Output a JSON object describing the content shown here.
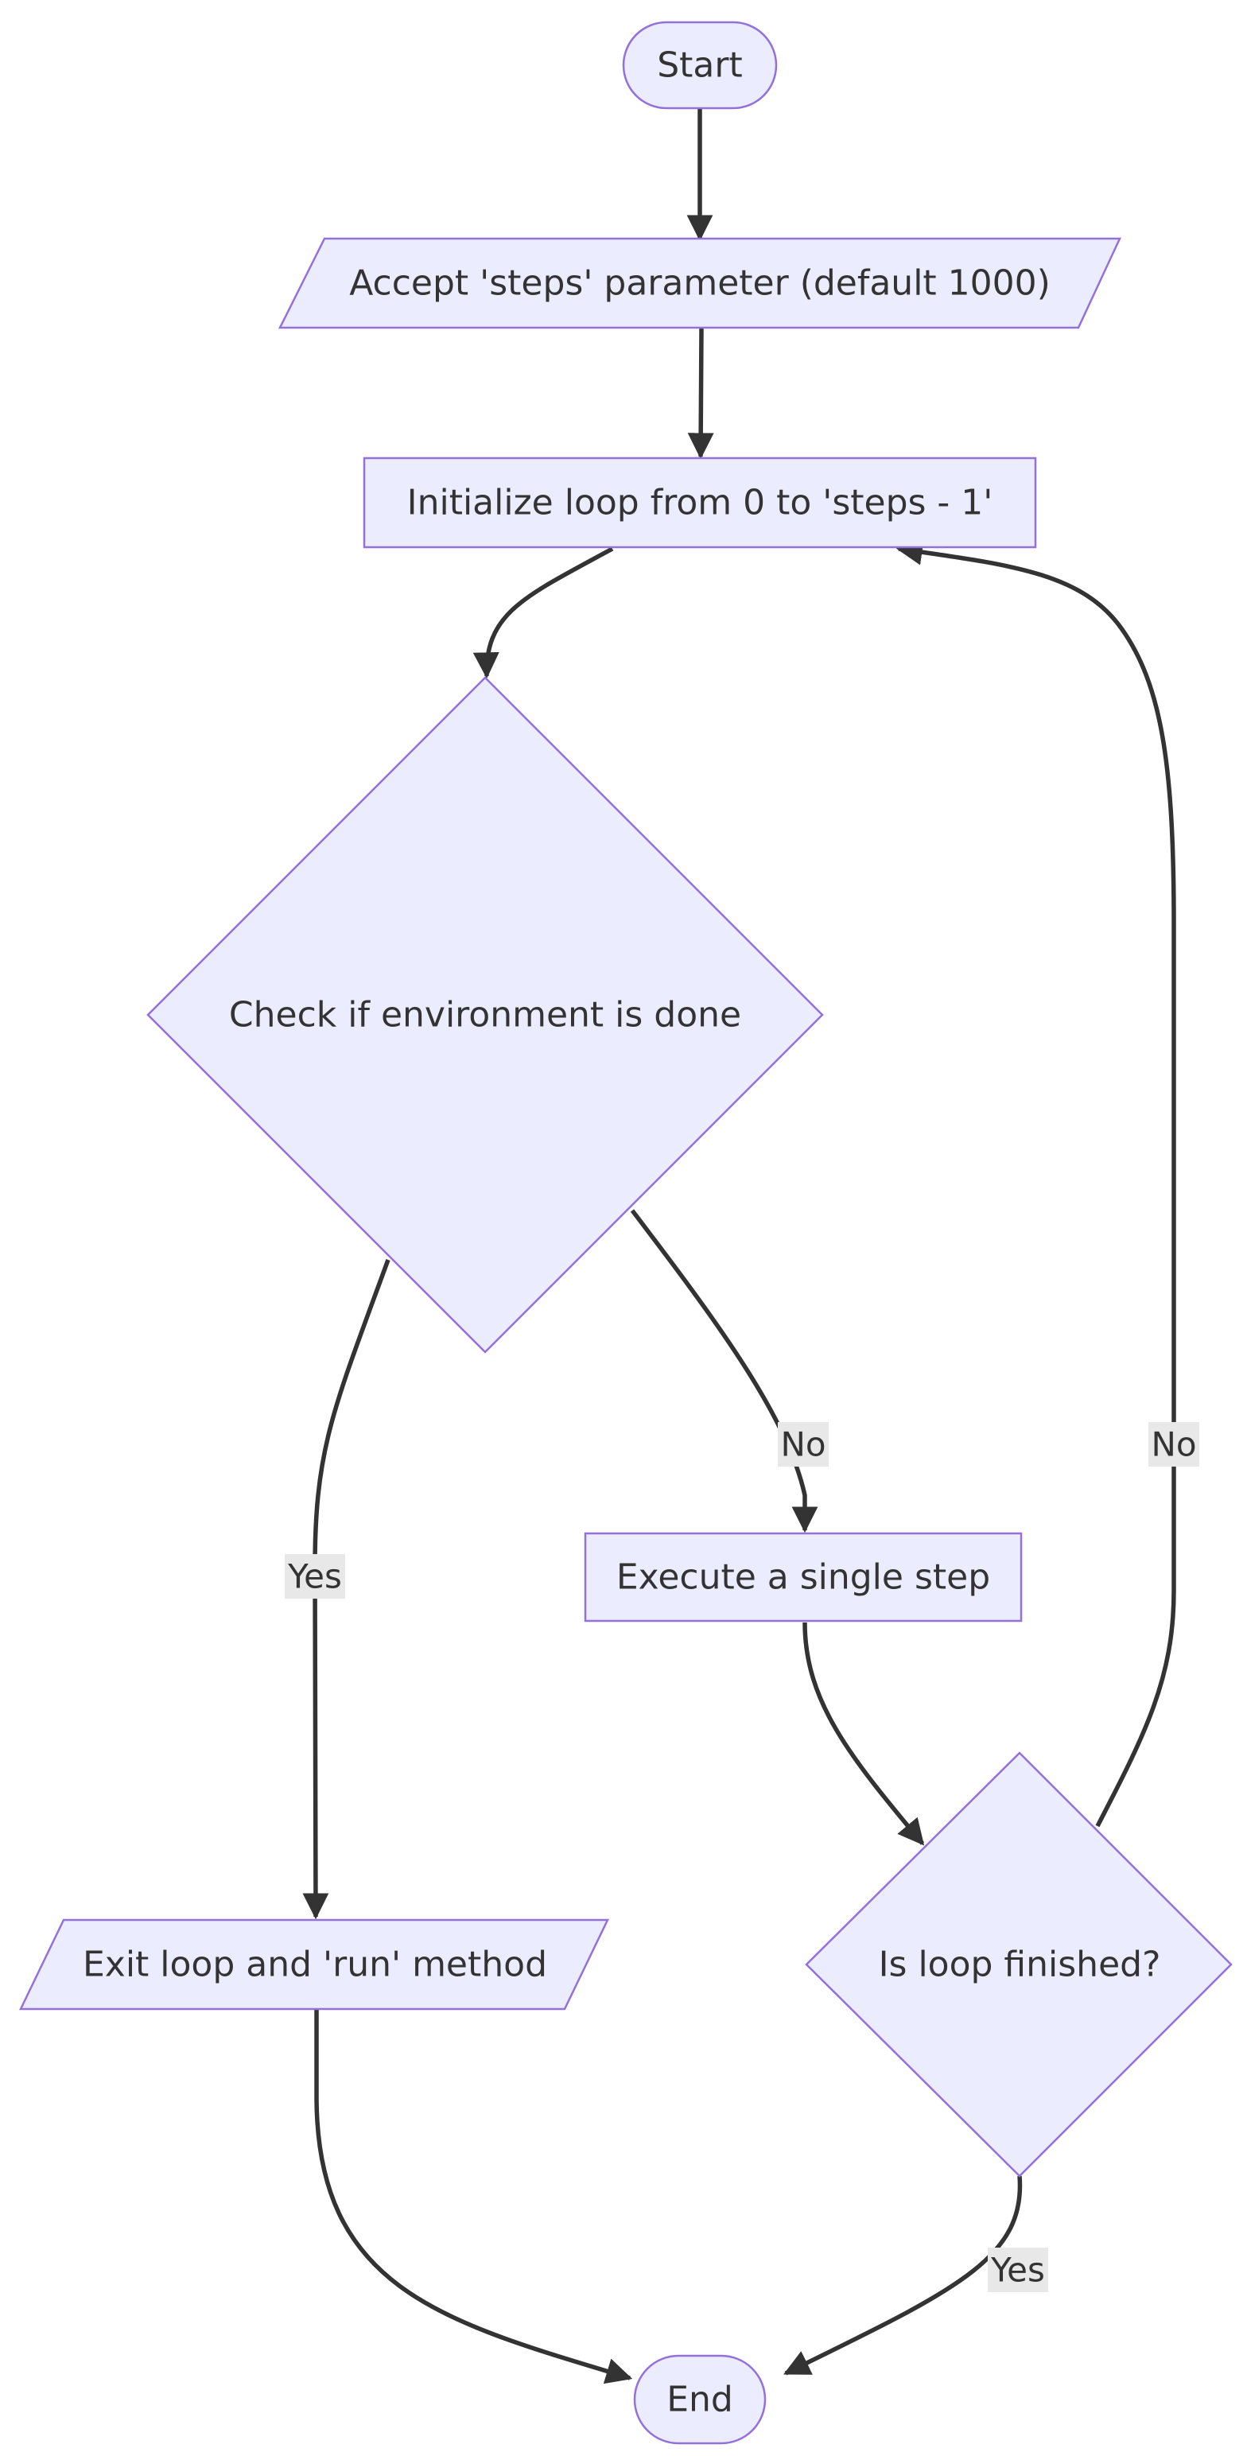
{
  "nodes": {
    "start": "Start",
    "accept_steps": "Accept 'steps' parameter (default 1000)",
    "init_loop": "Initialize loop from 0 to 'steps - 1'",
    "check_done": "Check if environment is done",
    "execute_step": "Execute a single step",
    "exit_loop": "Exit loop and 'run' method",
    "loop_finished": "Is loop finished?",
    "end": "End"
  },
  "edge_labels": {
    "check_no": "No",
    "check_yes": "Yes",
    "loop_no": "No",
    "loop_yes": "Yes"
  },
  "colors": {
    "node_fill": "#ECECFF",
    "node_stroke": "#9370DB",
    "edge": "#333333",
    "edge_label_bg": "#E8E8E8",
    "text": "#333333"
  }
}
